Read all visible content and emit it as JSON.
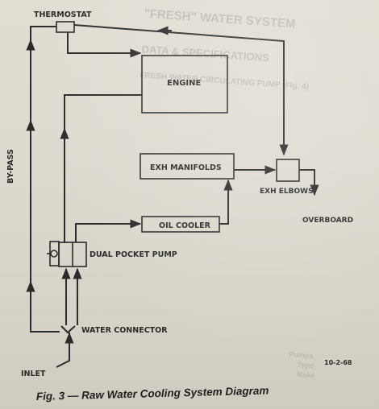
{
  "background_bleed": {
    "line1": "\"FRESH\" WATER SYSTEM",
    "line2": "DATA & SPECIFICATIONS",
    "line3": "FRESH WATER CIRCULATING PUMP (Fig. 4)",
    "line4": "Pumps",
    "line5": "Type",
    "line6": "Make"
  },
  "labels": {
    "thermostat": "THERMOSTAT",
    "engine": "ENGINE",
    "by_pass": "BY-PASS",
    "exh_manifolds": "EXH MANIFOLDS",
    "exh_elbows": "EXH ELBOWS",
    "overboard": "OVERBOARD",
    "oil_cooler": "OIL COOLER",
    "dual_pocket_pump": "DUAL POCKET PUMP",
    "water_connector": "WATER CONNECTOR",
    "inlet": "INLET",
    "date_code": "10-2-68"
  },
  "caption": {
    "text": "Fig. 3 — Raw Water Cooling System Diagram"
  },
  "colors": {
    "ink": "#2b2b2b",
    "paper": "#dedad0"
  }
}
